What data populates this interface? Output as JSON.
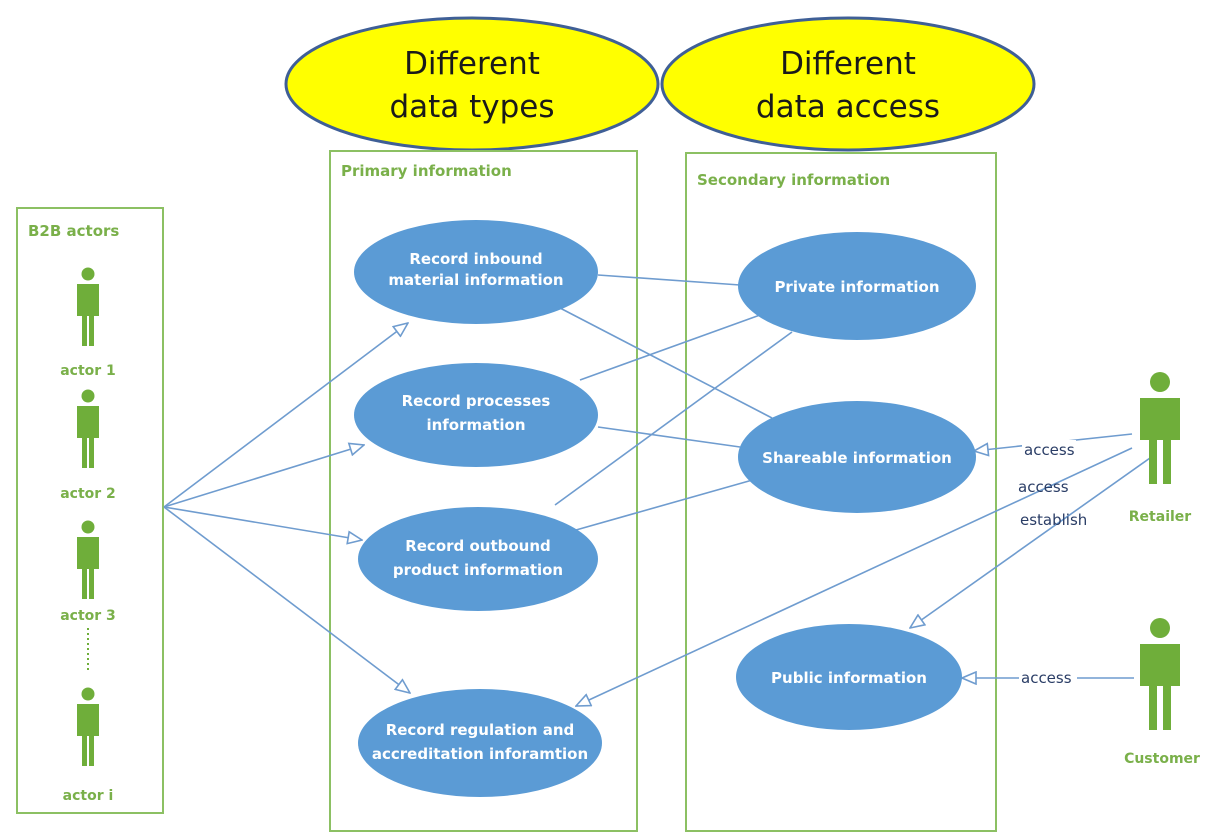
{
  "headers": [
    {
      "id": "types",
      "line1": "Different",
      "line2": "data types"
    },
    {
      "id": "access",
      "line1": "Different",
      "line2": "data access"
    }
  ],
  "groups": {
    "b2b": {
      "title": "B2B actors"
    },
    "primary": {
      "title": "Primary information"
    },
    "secondary": {
      "title": "Secondary information"
    }
  },
  "actors": {
    "b2b": [
      "actor 1",
      "actor 2",
      "actor 3",
      "actor i"
    ],
    "retailer": "Retailer",
    "customer": "Customer"
  },
  "use_cases": {
    "inbound": [
      "Record inbound",
      "material information"
    ],
    "processes": [
      "Record processes",
      "information"
    ],
    "outbound": [
      "Record outbound",
      "product information"
    ],
    "regulation": [
      "Record regulation and",
      "accreditation inforamtion"
    ],
    "private": [
      "Private information"
    ],
    "shareable": [
      "Shareable information"
    ],
    "public": [
      "Public information"
    ]
  },
  "edge_labels": {
    "retailer_shareable": "access",
    "retailer_regulation": "access",
    "retailer_public": "establish",
    "customer_public": "access"
  },
  "colors": {
    "header_fill": "#ffff00",
    "header_stroke": "#3f5f96",
    "usecase_fill": "#5b9bd5",
    "group_border": "#8cc063",
    "actor": "#6fae3a",
    "line": "#6f9ccf"
  }
}
